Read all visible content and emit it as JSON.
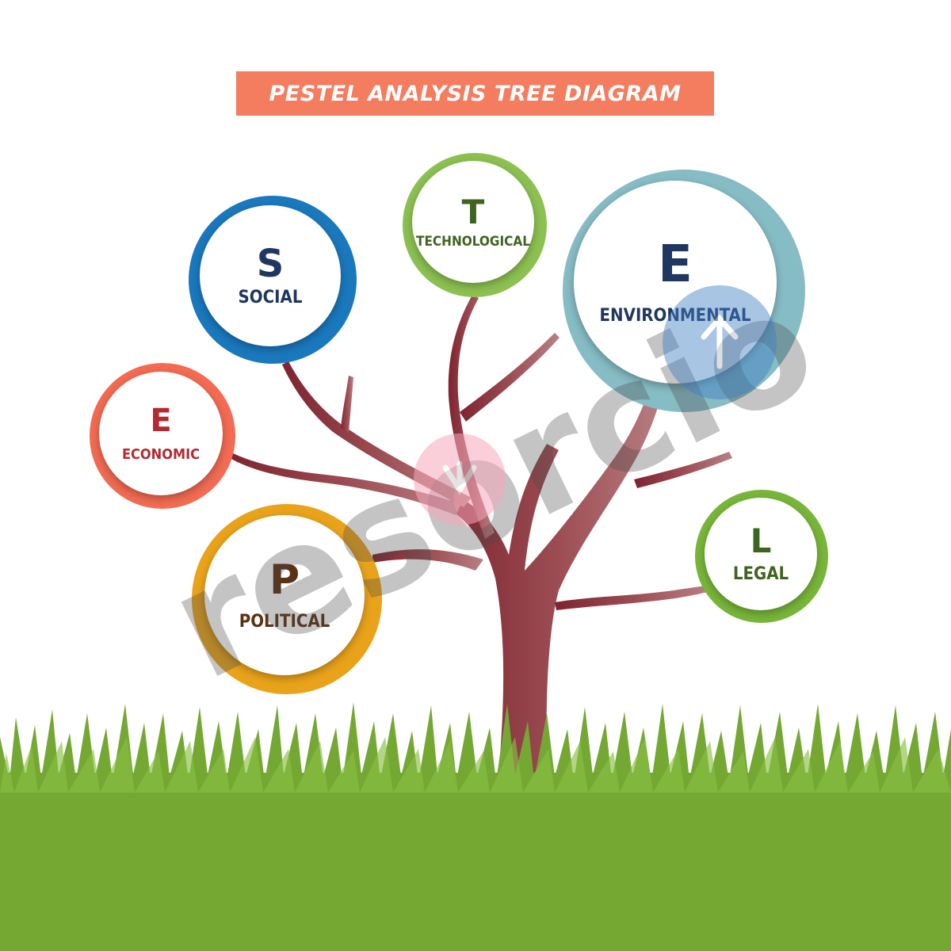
{
  "title": "PESTEL ANALYSIS TREE DIAGRAM",
  "colors": {
    "banner": "#f47c5f",
    "trunk": "#a35a5e",
    "grass": "#74a833",
    "social": "#1a78bd",
    "technological": "#8cc151",
    "environmental": "#86bcc4",
    "economic": "#f26b52",
    "political": "#e9a31b",
    "legal": "#78b63a"
  },
  "nodes": {
    "social": {
      "letter": "S",
      "label": "SOCIAL"
    },
    "technological": {
      "letter": "T",
      "label": "TECHNOLOGICAL"
    },
    "environmental": {
      "letter": "E",
      "label": "ENVIRONMENTAL"
    },
    "economic": {
      "letter": "E",
      "label": "ECONOMIC"
    },
    "political": {
      "letter": "P",
      "label": "POLITICAL"
    },
    "legal": {
      "letter": "L",
      "label": "LEGAL"
    }
  },
  "watermark": {
    "text": "resorcio",
    "icon": "arrow-icon"
  }
}
